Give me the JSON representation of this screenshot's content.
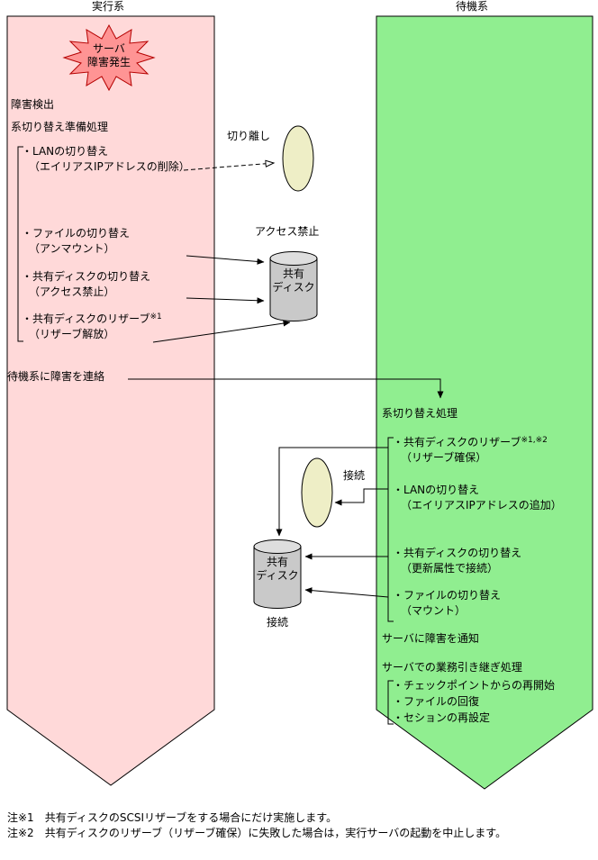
{
  "headers": {
    "active": "実行系",
    "standby": "待機系"
  },
  "burst": {
    "line1": "サーバ",
    "line2": "障害発生"
  },
  "active": {
    "detect": "障害検出",
    "prep_title": "系切り替え準備処理",
    "items": [
      {
        "main": "・LANの切り替え",
        "sub": "（エイリアスIPアドレスの削除）"
      },
      {
        "main": "・ファイルの切り替え",
        "sub": "（アンマウント）"
      },
      {
        "main": "・共有ディスクの切り替え",
        "sub": "（アクセス禁止）"
      },
      {
        "main": "・共有ディスクのリザーブ",
        "sup": "※1",
        "sub": "（リザーブ解放）"
      }
    ],
    "notify": "待機系に障害を連絡"
  },
  "standby": {
    "switch_title": "系切り替え処理",
    "items": [
      {
        "main": "・共有ディスクのリザーブ",
        "sup": "※1,※2",
        "sub": "（リザーブ確保）"
      },
      {
        "main": "・LANの切り替え",
        "sub": "（エイリアスIPアドレスの追加）"
      },
      {
        "main": "・共有ディスクの切り替え",
        "sub": "（更新属性で接続）"
      },
      {
        "main": "・ファイルの切り替え",
        "sub": "（マウント）"
      }
    ],
    "notify": "サーバに障害を通知",
    "takeover_title": "サーバでの業務引き継ぎ処理",
    "takeover_items": [
      "・チェックポイントからの再開始",
      "・ファイルの回復",
      "・セションの再設定"
    ]
  },
  "labels": {
    "detach": "切り離し",
    "access_forbidden": "アクセス禁止",
    "disk_line1": "共有",
    "disk_line2": "ディスク",
    "connect_top": "接続",
    "connect_bottom": "接続"
  },
  "notes": [
    "注※1　共有ディスクのSCSIリザーブをする場合にだけ実施します。",
    "注※2　共有ディスクのリザーブ（リザーブ確保）に失敗した場合は，実行サーバの起動を中止します。"
  ],
  "colors": {
    "active_bg": "#ffd9d9",
    "standby_bg": "#90ee90",
    "burst_fill": "#ff9494",
    "burst_stroke": "#b40000",
    "device_fill": "#eeeec6",
    "disk_fill": "#c9c9c9",
    "disk_top_fill": "#dedede"
  }
}
